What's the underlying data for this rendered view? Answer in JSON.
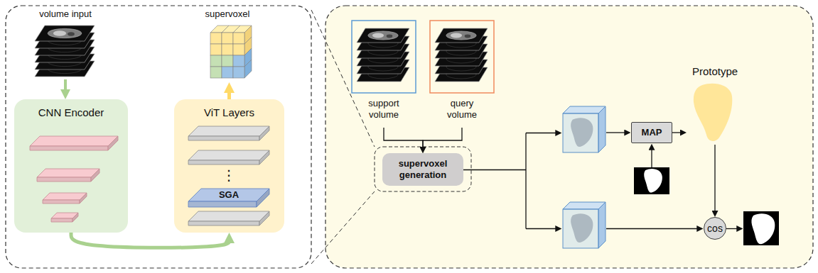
{
  "diagram": {
    "nodes": [
      {
        "text": [
          "volume input"
        ]
      },
      {
        "text": [
          "CNN Encoder"
        ]
      },
      {
        "text": [
          "supervoxel"
        ]
      },
      {
        "text": [
          "ViT Layers"
        ]
      },
      {
        "text": [
          "SGA"
        ],
        "in": 3
      },
      {
        "text": [
          "support volume"
        ]
      },
      {
        "text": [
          "query volume"
        ]
      },
      {
        "text": [
          "supervoxel generation"
        ]
      },
      {
        "text": [
          "MAP"
        ]
      },
      {
        "text": [
          "Prototype"
        ]
      },
      {
        "text": [
          "cos"
        ]
      }
    ],
    "edges": [
      {
        "from": 0,
        "to": 1,
        "arrow": "to"
      },
      {
        "from": 1,
        "to": 3,
        "arrow": "to"
      },
      {
        "from": 3,
        "to": 2,
        "arrow": "to"
      },
      {
        "from": 5,
        "to": 7,
        "arrow": "to"
      },
      {
        "from": 6,
        "to": 7,
        "arrow": "to"
      },
      {
        "from": 8,
        "to": 9,
        "arrow": "to"
      },
      {
        "from": 9,
        "to": 10,
        "arrow": "to"
      }
    ],
    "labels": [
      "⋮"
    ]
  }
}
